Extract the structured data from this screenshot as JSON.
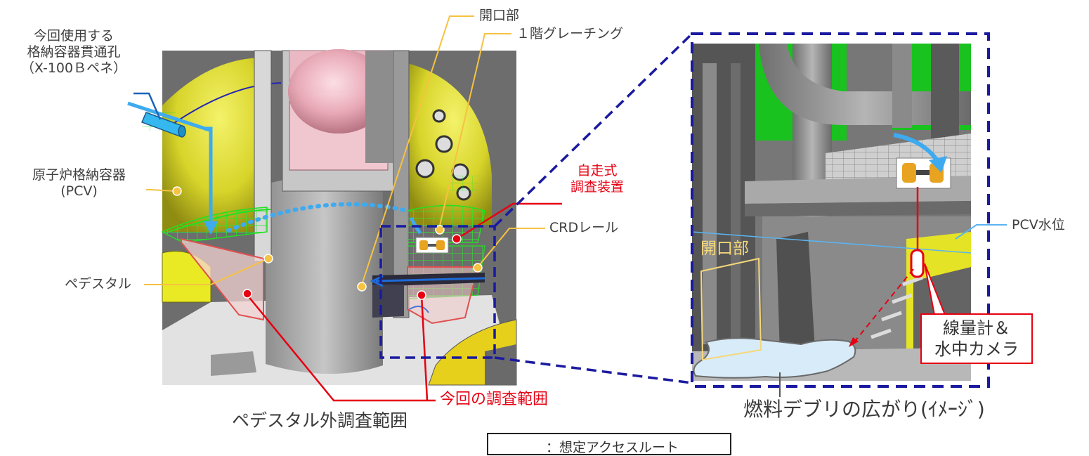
{
  "labels": {
    "penetration_line1": "今回使用する",
    "penetration_line2": "格納容器貫通孔",
    "penetration_line3": "（X-100Ｂペネ）",
    "pcv_line1": "原子炉格納容器",
    "pcv_line2": "(PCV)",
    "pedestal": "ペデスタル",
    "opening_top": "開口部",
    "grating": "１階グレーチング",
    "robot_line1": "自走式",
    "robot_line2": "調査装置",
    "crd_rail": "CRDレール",
    "scope_this_time": "今回の調査範囲",
    "scope_outside_pedestal": "ペデスタル外調査範囲",
    "opening_inset": "開口部",
    "pcv_water_level": "PCV水位",
    "dosimeter_line1": "線量計＆",
    "dosimeter_line2": "水中カメラ",
    "debris_spread": "燃料デブリの広がり(ｲﾒｰｼﾞ)"
  },
  "legend": {
    "route": "：想定アクセスルート"
  },
  "colors": {
    "access_route": "#3eaaf0",
    "highlight_red": "#e60012",
    "dashed_frame": "#1a1aa0",
    "leader_yellow": "#f5c242",
    "pcv_yellow": "#e2df2c",
    "grating_green": "#22e022",
    "water_line": "#5ab4f0"
  }
}
